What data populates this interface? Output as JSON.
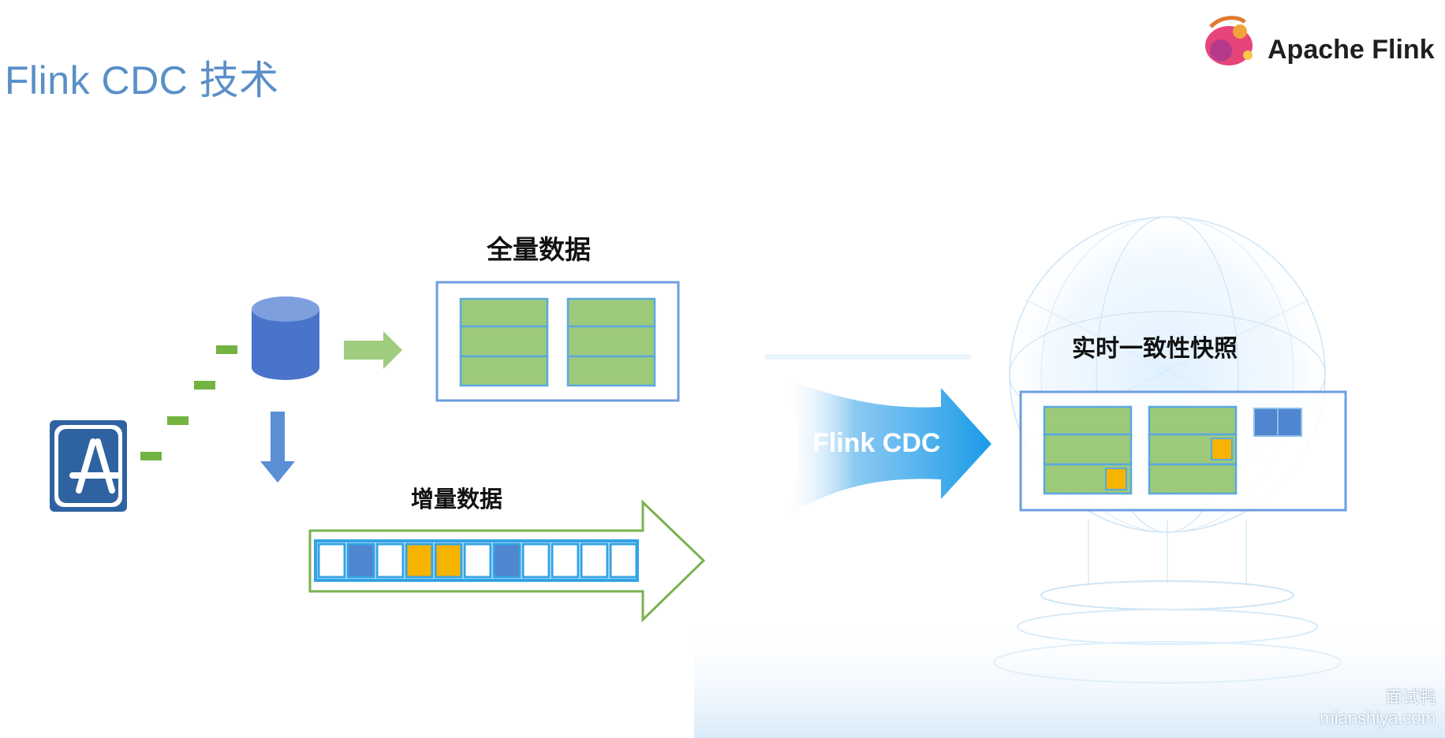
{
  "title": "Flink CDC 技术",
  "logo": {
    "text": "Apache Flink"
  },
  "labels": {
    "full_data": "全量数据",
    "incremental_data": "增量数据",
    "flink_cdc": "Flink CDC",
    "snapshot": "实时一致性快照"
  },
  "incremental_cells": [
    "white",
    "blue",
    "white",
    "yellow",
    "yellow",
    "white",
    "blue",
    "white",
    "white",
    "white",
    "white"
  ],
  "colors": {
    "title": "#5a8fc8",
    "green_cell": "#9cc97a",
    "blue_cell": "#4f86cf",
    "yellow_cell": "#f6b400",
    "frame": "#5b9bd5"
  },
  "icons": [
    "app-store-icon",
    "database-icon",
    "down-arrow-icon",
    "right-arrow-icon",
    "flink-squirrel-icon"
  ],
  "watermark": {
    "line1": "面试鸭",
    "line2": "mianshiya.com"
  }
}
